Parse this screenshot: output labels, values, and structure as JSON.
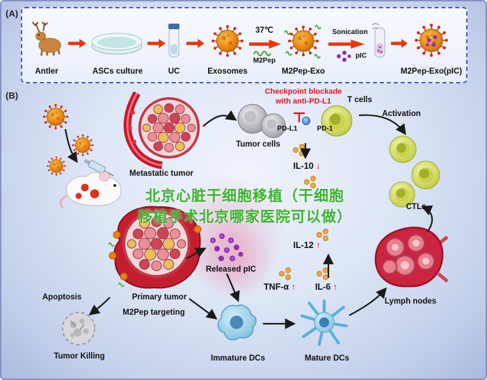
{
  "figure": {
    "panel_a": {
      "tag": "(A)",
      "steps": {
        "antler": "Antler",
        "ascs": "ASCs culture",
        "uc": "UC",
        "exosomes": "Exosomes",
        "m2pep_exo": "M2Pep-Exo",
        "m2pep_exo_pic": "M2Pep-Exo(pIC)"
      },
      "annotations": {
        "temperature": "37℃",
        "m2pep": "M2Pep",
        "sonication": "Sonication",
        "pic": "pIC"
      }
    },
    "panel_b": {
      "tag": "(B)",
      "checkpoint_line1": "Checkpoint blockade",
      "checkpoint_line2": "with anti-PD-L1",
      "tumor_cells": "Tumor cells",
      "pd_l1": "PD-L1",
      "pd_1": "PD-1",
      "t_cells": "T cells",
      "activation": "Activation",
      "ctls": "CTLs",
      "metastatic_tumor": "Metastatic tumor",
      "il10": "IL-10",
      "il10_arrow": "↓",
      "il12": "IL-12",
      "il12_arrow": "↑",
      "released_pic": "Released pIC",
      "tnf": "TNF-α",
      "tnf_arrow": "↑",
      "il6": "IL-6",
      "il6_arrow": "↑",
      "lymph_nodes": "Lymph nodes",
      "apoptosis": "Apoptosis",
      "primary_tumor": "Primary tumor",
      "m2pep_targeting": "M2Pep targeting",
      "tumor_killing": "Tumor Killing",
      "immature_dcs": "Immature DCs",
      "mature_dcs": "Mature DCs"
    },
    "watermark": {
      "line1": "北京心脏干细胞移植（干细胞",
      "line2": "移植手术北京哪家医院可以做）"
    }
  }
}
